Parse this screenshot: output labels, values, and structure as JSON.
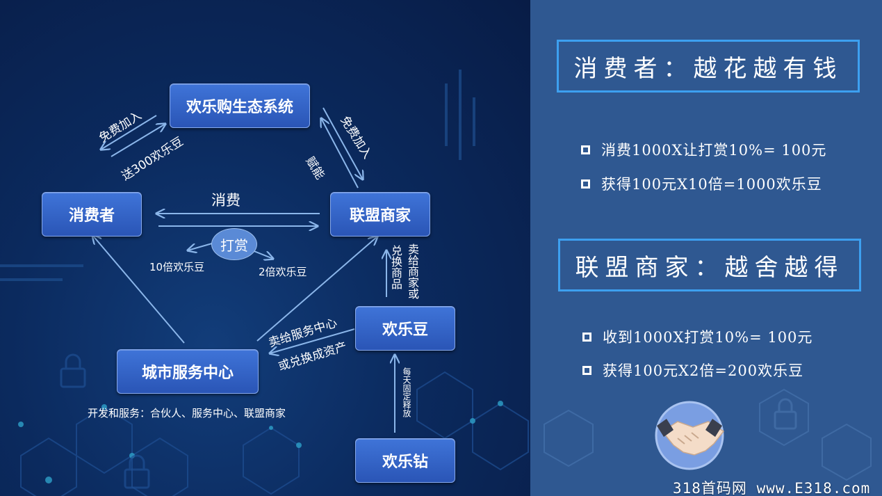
{
  "diagram": {
    "nodes": {
      "ecosystem": "欢乐购生态系统",
      "consumer": "消费者",
      "merchant": "联盟商家",
      "joy_bean": "欢乐豆",
      "city_center": "城市服务中心",
      "joy_diamond": "欢乐钻",
      "reward": "打赏"
    },
    "labels": {
      "free_join_left": "免费加入",
      "gift_beans": "送300欢乐豆",
      "free_join_right": "免费加入",
      "empower": "赋能",
      "consume": "消费",
      "ten_times": "10倍欢乐豆",
      "two_times": "2倍欢乐豆",
      "exchange_goods": "兑换商品",
      "sell_to_merchant": "卖给商家或",
      "sell_to_center": "卖给服务中心",
      "or_exchange_assets": "或兑换成资产",
      "daily_release": "每天固定释放",
      "dev_service": "开发和服务：合伙人、服务中心、联盟商家"
    }
  },
  "panel": {
    "consumer_header": "消费者：越花越有钱",
    "consumer_bullets": [
      "消费1000X让打赏10%= 100元",
      "获得100元X10倍=1000欢乐豆"
    ],
    "merchant_header": "联盟商家：越舍越得",
    "merchant_bullets": [
      "收到1000X打赏10%= 100元",
      "获得100元X2倍=200欢乐豆"
    ],
    "handshake_icon": "handshake-icon"
  },
  "watermark": "318首码网 www.E318.com",
  "colors": {
    "left_bg": "#0b2a5e",
    "right_bg": "#2f5891",
    "node": "#3a6bd0",
    "header_border": "#3da0f0"
  }
}
